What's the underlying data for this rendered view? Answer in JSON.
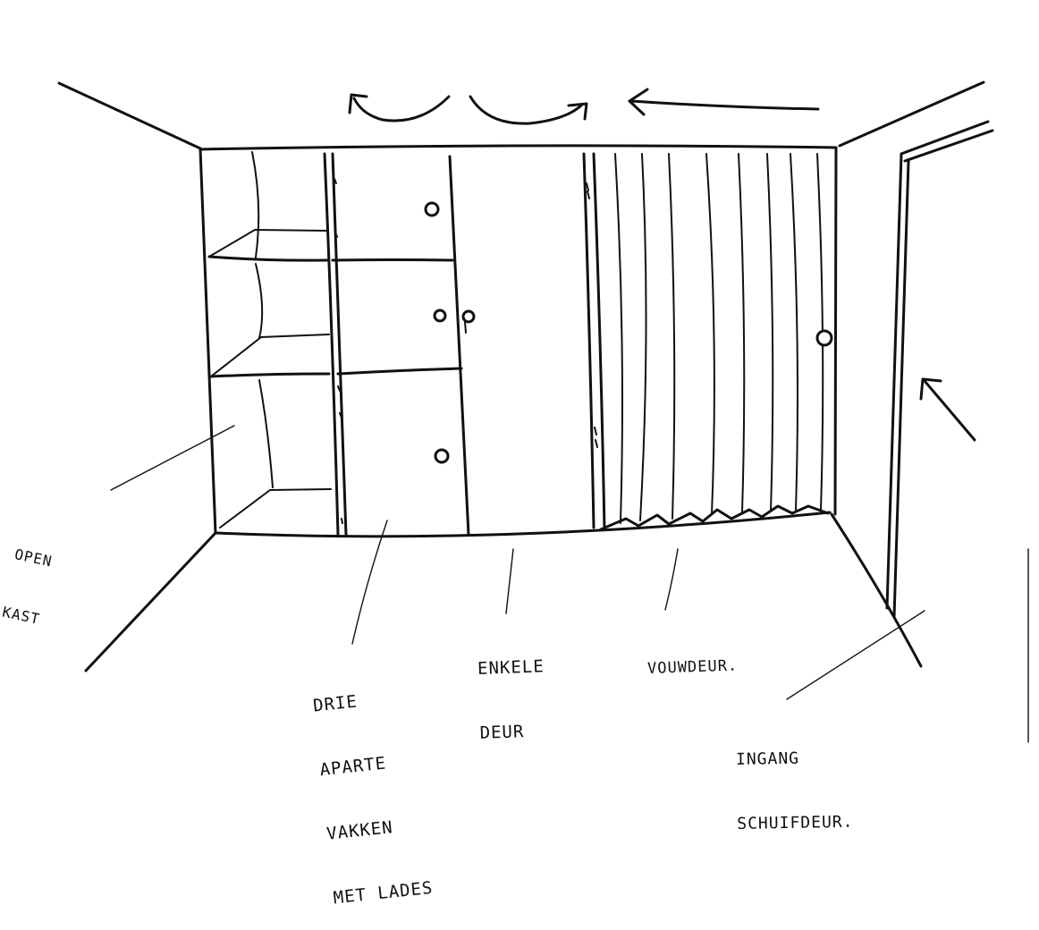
{
  "labels": {
    "open_kast": [
      "OPEN",
      "KAST"
    ],
    "drie_vakken": [
      "DRIE",
      "APARTE",
      "VAKKEN",
      "MET LADES"
    ],
    "enkele_deur": [
      "ENKELE",
      "DEUR"
    ],
    "vouwdeur": [
      "VOUWDEUR."
    ],
    "ingang": [
      "INGANG",
      "SCHUIFDEUR."
    ]
  },
  "icons": {
    "door_swing_left": "curved-arrow-left-icon",
    "door_swing_right": "curved-arrow-right-icon",
    "slide_direction": "arrow-left-icon",
    "entrance": "arrow-up-left-icon"
  },
  "colors": {
    "ink": "#111111",
    "paper": "#ffffff"
  }
}
